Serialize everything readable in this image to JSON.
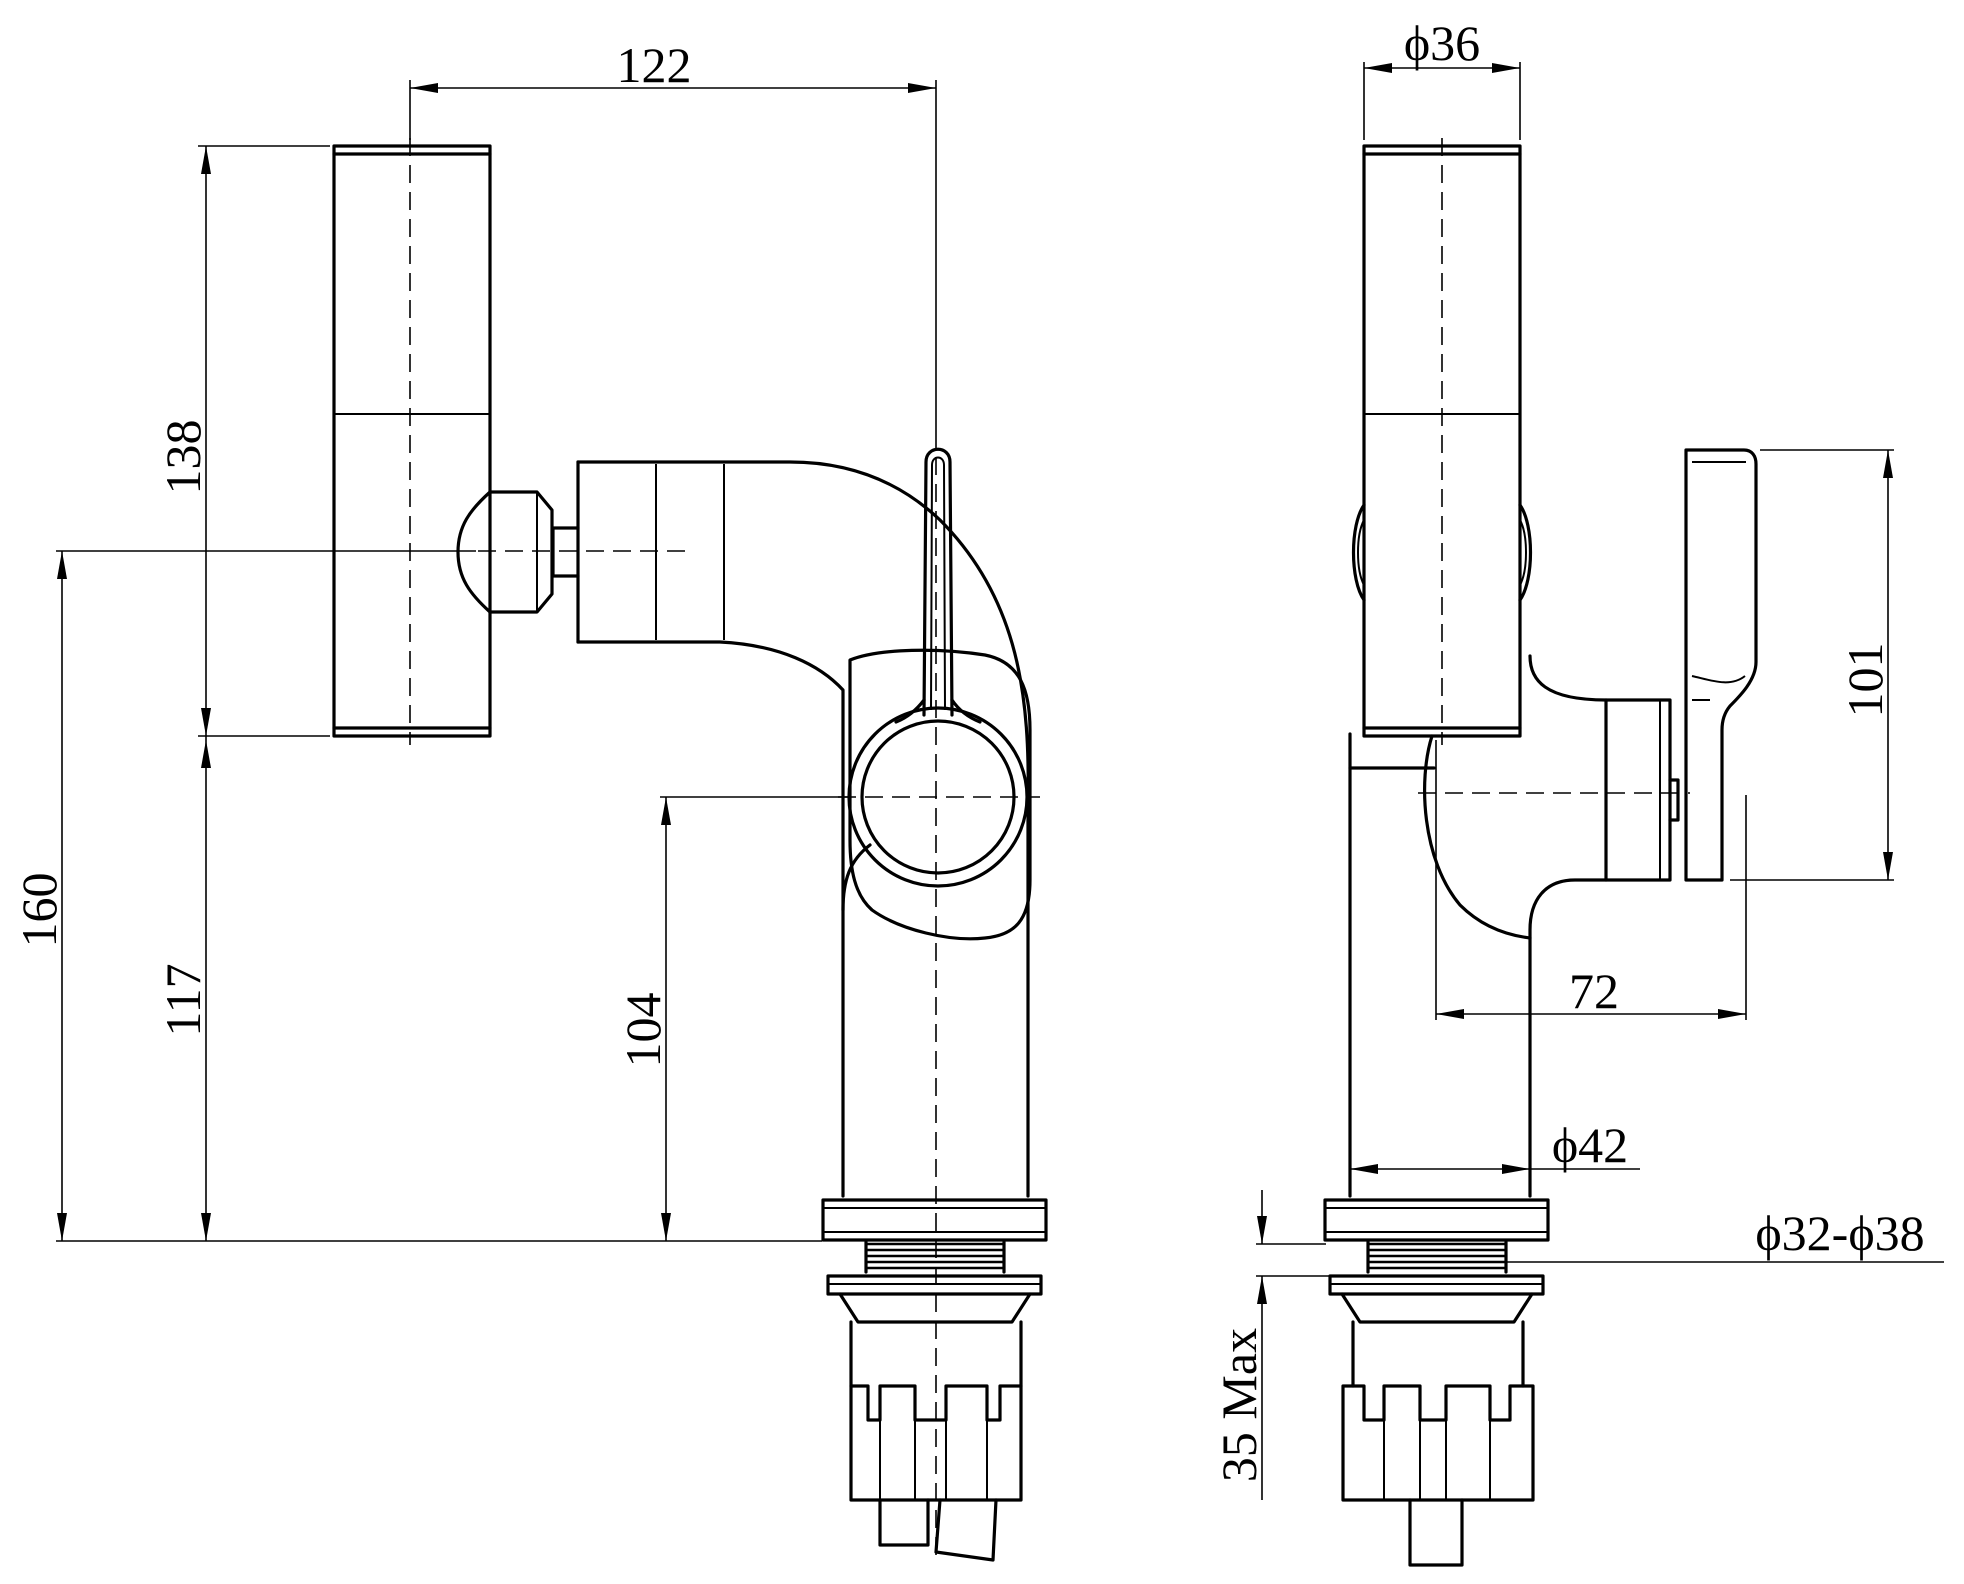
{
  "dimensions": {
    "width_122": "122",
    "height_138": "138",
    "height_160": "160",
    "height_117": "117",
    "height_104": "104",
    "diameter_36": "ϕ36",
    "height_101": "101",
    "depth_72": "72",
    "diameter_42": "ϕ42",
    "diameter_hole": "ϕ32-ϕ38",
    "max_thickness": "35 Max"
  },
  "colors": {
    "line": "#000000",
    "background": "#ffffff"
  }
}
